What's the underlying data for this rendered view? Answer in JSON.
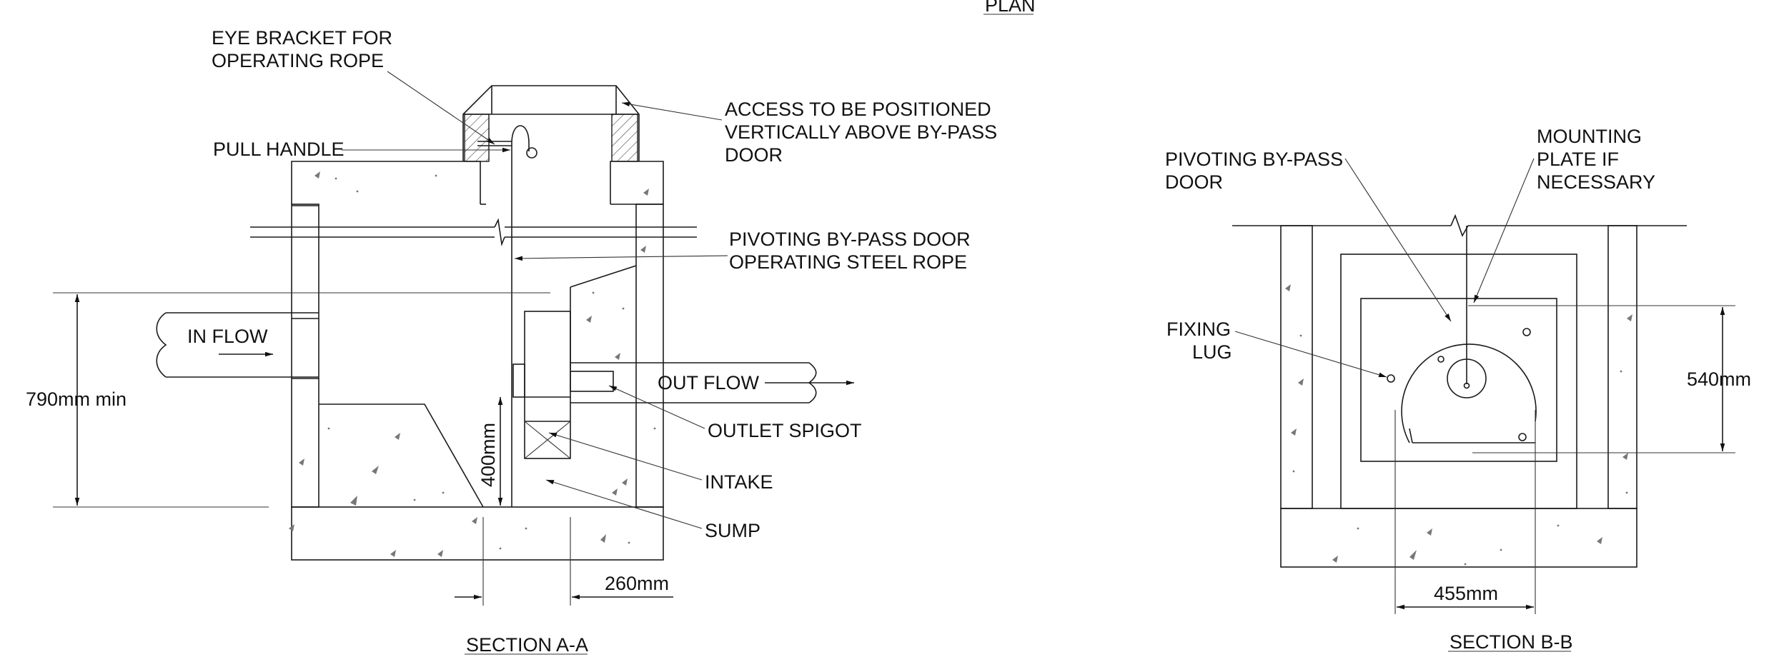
{
  "plan_title": "PLAN",
  "section_a": {
    "title": "SECTION A-A",
    "labels": {
      "eye_bracket_1": "EYE BRACKET FOR",
      "eye_bracket_2": "OPERATING ROPE",
      "pull_handle": "PULL HANDLE",
      "access_1": "ACCESS TO BE POSITIONED",
      "access_2": "VERTICALLY ABOVE BY-PASS",
      "access_3": "DOOR",
      "rope_1": "PIVOTING BY-PASS DOOR",
      "rope_2": "OPERATING STEEL ROPE",
      "in_flow": "IN FLOW",
      "out_flow": "OUT FLOW",
      "outlet_spigot": "OUTLET SPIGOT",
      "intake": "INTAKE",
      "sump": "SUMP"
    },
    "dimensions": {
      "depth": "790mm min",
      "intake_height": "400mm",
      "sump_width": "260mm"
    }
  },
  "section_b": {
    "title": "SECTION B-B",
    "labels": {
      "door_1": "PIVOTING BY-PASS",
      "door_2": "DOOR",
      "mounting_1": "MOUNTING",
      "mounting_2": "PLATE IF",
      "mounting_3": "NECESSARY",
      "lug_1": "FIXING",
      "lug_2": "LUG"
    },
    "dimensions": {
      "height": "540mm",
      "width": "455mm"
    }
  }
}
